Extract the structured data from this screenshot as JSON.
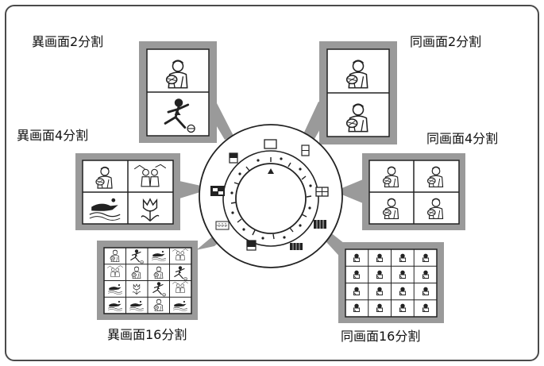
{
  "labels": {
    "diff_2": "異画面2分割",
    "same_2": "同画面2分割",
    "diff_4": "異画面4分割",
    "same_4": "同画面4分割",
    "diff_16": "異画面16分割",
    "same_16": "同画面16分割"
  },
  "colors": {
    "frame": "#4a4a4a",
    "panel_gray": "#9a9a9a",
    "line": "#222222",
    "dial_fill": "#ffffff"
  },
  "icons": {
    "person": "person-with-ball-icon",
    "soccer": "soccer-player-icon",
    "tulip": "tulip-icon",
    "couple": "couple-icon",
    "crocodile": "crocodile-icon",
    "indicator": "triangle-indicator-icon"
  }
}
